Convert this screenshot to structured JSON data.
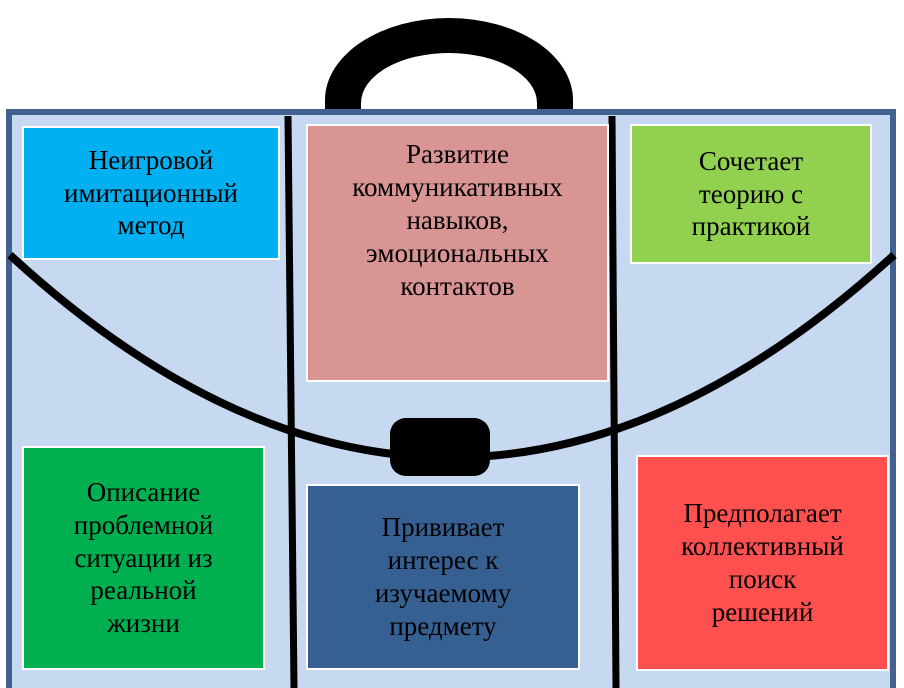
{
  "colors": {
    "briefcase_fill": "#c6d9f1",
    "briefcase_border": "#41618f",
    "strap": "#000000",
    "card_blue": "#00b0f0",
    "card_rose": "#d99594",
    "card_lime": "#92d050",
    "card_green": "#00b050",
    "card_navy": "#376092",
    "card_red": "#ff5050"
  },
  "cards": {
    "non_game_method": "Неигровой\nимитационный\nметод",
    "communication_skills": "Развитие\nкоммуникативных\nнавыков,\nэмоциональных\nконтактов",
    "theory_practice": "Сочетает\nтеорию с\nпрактикой",
    "problem_description": "Описание\nпроблемной\nситуации из\nреальной\nжизни",
    "subject_interest": "Прививает\nинтерес к\nизучаемому\nпредмету",
    "collective_search": "Предполагает\nколлективный\nпоиск\nрешений"
  }
}
